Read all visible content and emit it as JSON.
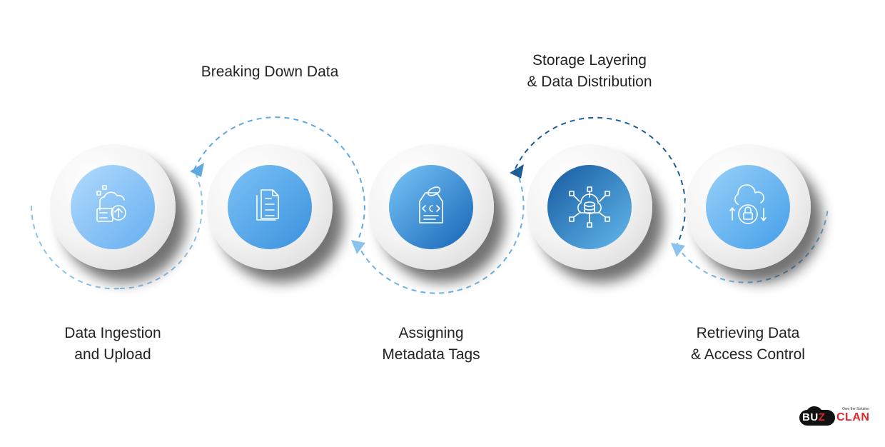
{
  "diagram": {
    "title": "",
    "steps": [
      {
        "id": 1,
        "label_lines": [
          "Data Ingestion",
          "and Upload"
        ],
        "label_position": "bottom",
        "icon": "cloud-upload-storage-icon",
        "color_light": "#a9d6fb",
        "color_dark": "#6db4f2"
      },
      {
        "id": 2,
        "label_lines": [
          "Breaking Down Data"
        ],
        "label_position": "top",
        "icon": "documents-icon",
        "color_light": "#74bcf5",
        "color_dark": "#3d97e2"
      },
      {
        "id": 3,
        "label_lines": [
          "Assigning",
          "Metadata Tags"
        ],
        "label_position": "bottom",
        "icon": "metadata-tag-icon",
        "color_light": "#6ec0f6",
        "color_dark": "#1f6fc0"
      },
      {
        "id": 4,
        "label_lines": [
          "Storage Layering",
          "& Data Distribution"
        ],
        "label_position": "top",
        "icon": "cloud-database-network-icon",
        "color_light": "#1c63a8",
        "color_dark": "#5db2ea"
      },
      {
        "id": 5,
        "label_lines": [
          "Retrieving Data",
          "& Access Control"
        ],
        "label_position": "bottom",
        "icon": "cloud-lock-sync-icon",
        "color_light": "#8ecbf8",
        "color_dark": "#4aa3ea"
      }
    ],
    "connector_color_light": "#7ab8e6",
    "connector_color_dark": "#1d5e96"
  },
  "logo": {
    "brand_left": "BU",
    "brand_z": "Z",
    "brand_right": "CLAN",
    "tagline": "Own the Solution"
  }
}
